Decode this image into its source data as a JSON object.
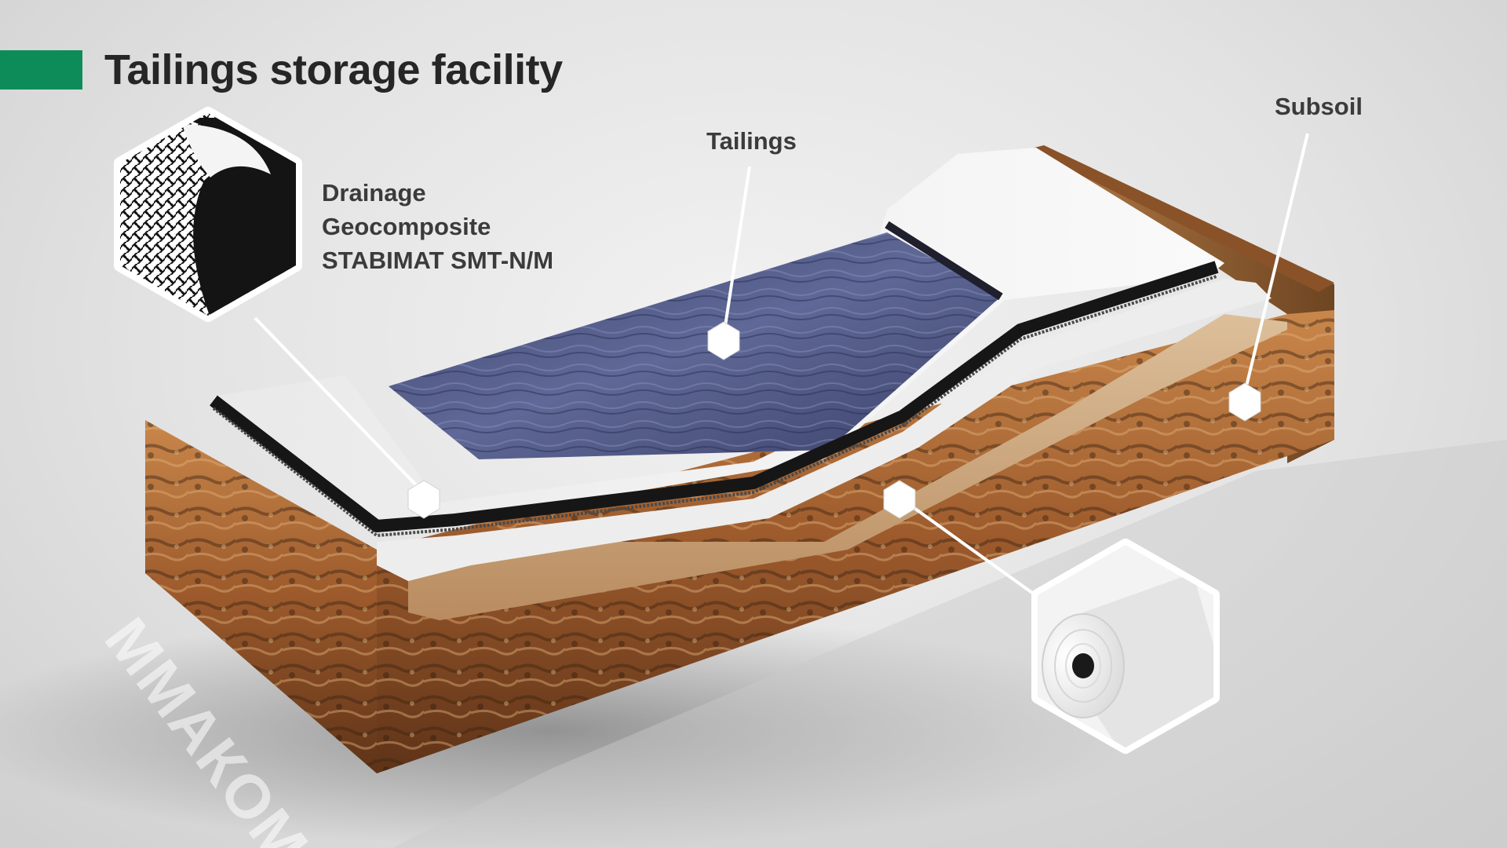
{
  "title": "Tailings storage facility",
  "labels": {
    "tailings": "Tailings",
    "subsoil": "Subsoil",
    "drainage": [
      "Drainage",
      "Geocomposite",
      "STABIMAT SMT-N/M"
    ]
  },
  "watermark": "ММАКОМ",
  "colors": {
    "accent": "#0d8c5a",
    "tailings": "#4d5583",
    "soil": "#9c5a2c",
    "sand": "#c7a07a",
    "liner": "#f1f1f1",
    "geocomposite": "#1a1a1a"
  },
  "icons": {
    "drainage_inset": "drainage-geocomposite-sample-icon",
    "roll_inset": "geotextile-roll-icon",
    "marker": "hexagon-marker-icon"
  }
}
